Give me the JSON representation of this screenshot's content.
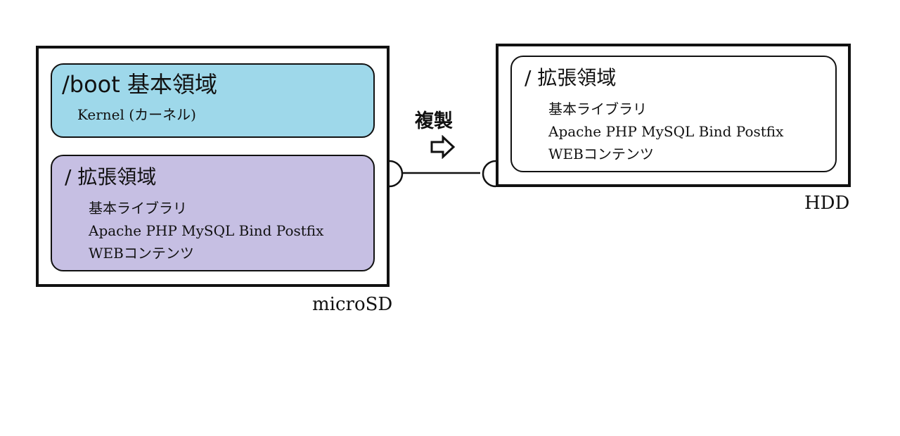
{
  "diagram": {
    "microsd": {
      "label": "microSD",
      "boot": {
        "title": "/boot 基本領域",
        "lines": [
          "Kernel (カーネル)"
        ]
      },
      "root": {
        "title": "/ 拡張領域",
        "lines": [
          "基本ライブラリ",
          "Apache PHP MySQL Bind Postfix",
          "WEBコンテンツ"
        ]
      }
    },
    "copy": {
      "label": "複製",
      "arrow_icon": "right-outline-arrow"
    },
    "hdd": {
      "label": "HDD",
      "root": {
        "title": "/ 拡張領域",
        "lines": [
          "基本ライブラリ",
          "Apache PHP MySQL Bind Postfix",
          "WEBコンテンツ"
        ]
      }
    },
    "colors": {
      "boot_fill": "#9ed8ea",
      "root_sd_fill": "#c6bfe3",
      "root_hdd_fill": "#ffffff",
      "stroke": "#111111"
    }
  }
}
